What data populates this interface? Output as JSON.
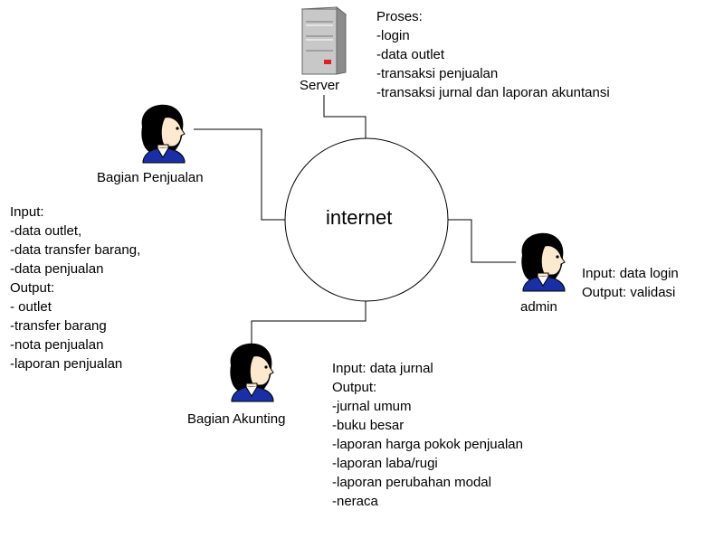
{
  "center": {
    "label": "internet"
  },
  "server": {
    "label": "Server",
    "notes": [
      "Proses:",
      "-login",
      "-data outlet",
      "-transaksi penjualan",
      "-transaksi jurnal dan laporan akuntansi"
    ]
  },
  "penjualan": {
    "label": "Bagian Penjualan",
    "notes": [
      "Input:",
      "-data outlet,",
      "-data transfer barang,",
      "-data penjualan",
      "Output:",
      "- outlet",
      "-transfer barang",
      "-nota penjualan",
      "-laporan penjualan"
    ]
  },
  "admin": {
    "label": "admin",
    "notes": [
      "Input: data login",
      "Output: validasi"
    ]
  },
  "akunting": {
    "label": "Bagian Akunting",
    "notes": [
      "Input: data jurnal",
      "Output:",
      "-jurnal umum",
      "-buku besar",
      "-laporan harga pokok penjualan",
      "-laporan laba/rugi",
      "-laporan perubahan modal",
      "-neraca"
    ]
  }
}
